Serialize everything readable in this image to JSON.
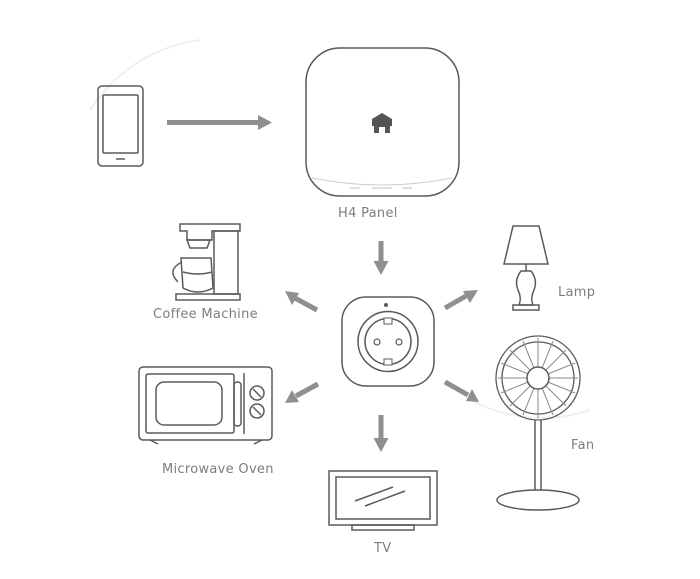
{
  "labels": {
    "panel": "H4 Panel",
    "coffee": "Coffee Machine",
    "lamp": "Lamp",
    "microwave": "Microwave Oven",
    "fan": "Fan",
    "tv": "TV"
  },
  "colors": {
    "line": "#5a5a5a",
    "arrow": "#8f8f8f",
    "label": "#7d7d7d"
  },
  "icons": {
    "phone": "smartphone-icon",
    "panel": "hub-panel-icon",
    "plug": "smart-plug-icon",
    "coffee": "coffee-machine-icon",
    "lamp": "table-lamp-icon",
    "microwave": "microwave-icon",
    "fan": "standing-fan-icon",
    "tv": "tv-icon"
  }
}
